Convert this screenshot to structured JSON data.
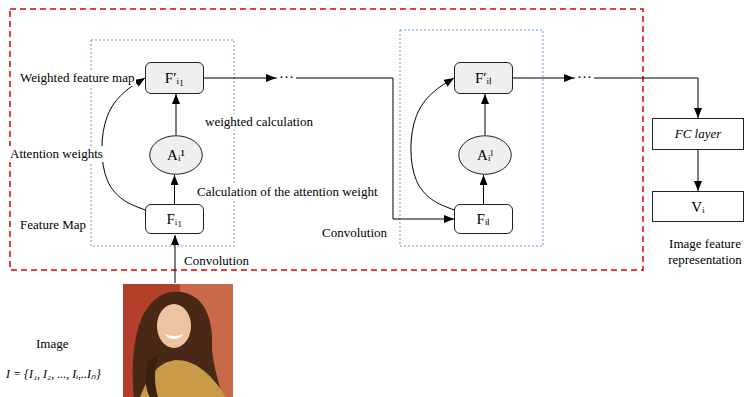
{
  "diagram": {
    "nodes": [
      {
        "text": [
          "F′ᵢ₁"
        ]
      },
      {
        "text": [
          "Aᵢ¹"
        ]
      },
      {
        "text": [
          "Fᵢ₁"
        ]
      },
      {
        "text": [
          "F′ᵢₗ"
        ]
      },
      {
        "text": [
          "Aᵢˡ"
        ]
      },
      {
        "text": [
          "Fᵢₗ"
        ]
      },
      {
        "text": [
          "FC layer"
        ]
      },
      {
        "text": [
          "Vᵢ"
        ]
      }
    ],
    "edges": [
      {
        "from": 2,
        "to": 1,
        "arrow": "to"
      },
      {
        "from": 1,
        "to": 0,
        "arrow": "to"
      },
      {
        "from": 2,
        "to": 0,
        "arrow": "to"
      },
      {
        "from": 0,
        "to": 5,
        "arrow": "to"
      },
      {
        "from": 5,
        "to": 4,
        "arrow": "to"
      },
      {
        "from": 4,
        "to": 3,
        "arrow": "to"
      },
      {
        "from": 5,
        "to": 3,
        "arrow": "to"
      },
      {
        "from": 3,
        "to": 6,
        "arrow": "to"
      },
      {
        "from": 6,
        "to": 7,
        "arrow": "to"
      }
    ],
    "labels": [
      "Weighted feature map",
      "Attention weights",
      "weighted calculation",
      "Calculation of the attention weight",
      "Feature Map",
      "Convolution",
      "···",
      "Convolution",
      "···",
      "Image feature representation",
      "Image",
      "I = {I₁, I₂, ..., Iᵢ,..Iₙ}"
    ]
  }
}
